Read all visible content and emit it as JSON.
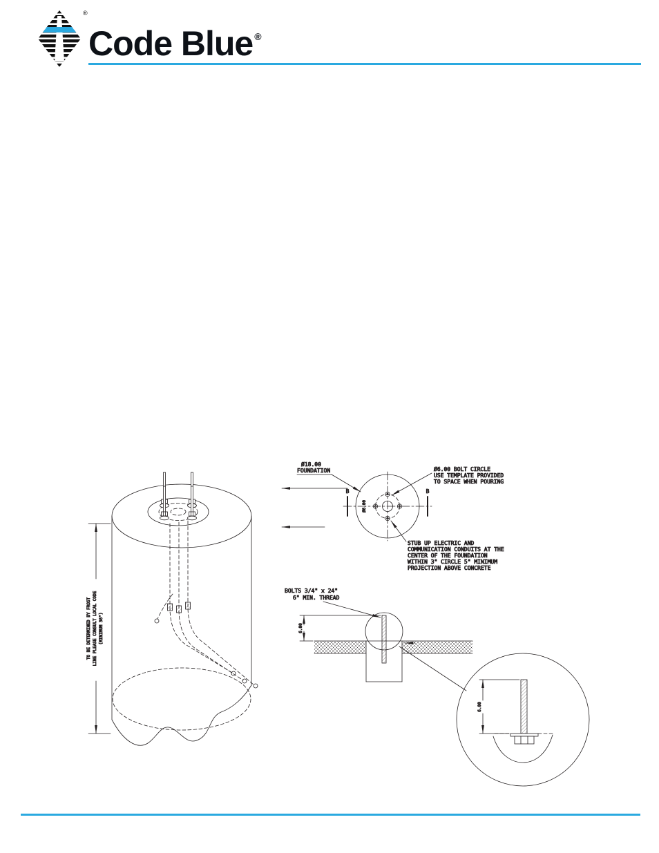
{
  "header": {
    "brand": "Code Blue",
    "logo_registered": "®",
    "brand_registered": "®"
  },
  "colors": {
    "brand_blue": "#2aa9e0",
    "ink": "#231f20",
    "background": "#ffffff"
  },
  "drawing": {
    "plan": {
      "dia_label": "Ø18.00",
      "dia_sub": "FOUNDATION",
      "section_left": "B",
      "section_right": "B",
      "inner_dim": "Ø6.00",
      "bolt_note": [
        "Ø6.00 BOLT CIRCLE",
        "USE TEMPLATE PROVIDED",
        "TO SPACE WHEN POURING"
      ],
      "stub_note": [
        "STUB UP ELECTRIC AND",
        "COMMUNICATION CONDUITS AT THE",
        "CENTER OF THE FOUNDATION",
        "WITHIN 3\" CIRCLE 5\" MINIMUM",
        "PROJECTION ABOVE CONCRETE"
      ]
    },
    "section": {
      "bolt_note": [
        "BOLTS 3/4\" x 24\"",
        "6\" MIN. THREAD"
      ],
      "dim": "6.00"
    },
    "detail": {
      "dim": "6.00"
    },
    "iso": {
      "frost_note": [
        "TO BE DETERMINED BY FROST",
        "LINE PLEASE CONSULT LOCAL CODE",
        "(MINIMUM 36\")"
      ]
    }
  }
}
